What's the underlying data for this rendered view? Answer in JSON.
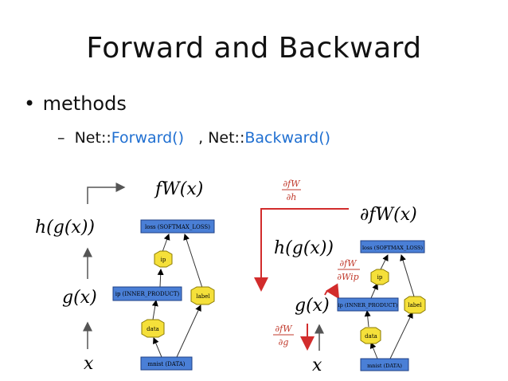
{
  "title": "Forward and Backward",
  "bullet": "methods",
  "sub": {
    "dash": "–",
    "net1": "Net::",
    "forward": "Forward()",
    "sep": "   , ",
    "net2": "Net::",
    "backward": "Backward()"
  },
  "left": {
    "f_label": "fW(x)",
    "h_label": "h(g(x))",
    "g_label": "g(x)",
    "x_label": "x",
    "nodes": {
      "loss": "loss (SOFTMAX_LOSS)",
      "ip_blob": "ip",
      "ip_layer": "ip (INNER_PRODUCT)",
      "label": "label",
      "data": "data",
      "mnist": "mnist (DATA)"
    }
  },
  "right": {
    "f_label": "∂fW(x)",
    "h_label": "h(g(x))",
    "g_label": "g(x)",
    "x_label": "x",
    "grad_h": {
      "num": "∂fW",
      "den": "∂h"
    },
    "grad_w": {
      "num": "∂fW",
      "den": "∂Wip"
    },
    "grad_g": {
      "num": "∂fW",
      "den": "∂g"
    },
    "nodes": {
      "loss": "loss (SOFTMAX_LOSS)",
      "ip_blob": "ip",
      "ip_layer": "ip (INNER_PRODUCT)",
      "label": "label",
      "data": "data",
      "mnist": "mnist (DATA)"
    }
  },
  "colors": {
    "layer_fill": "#4a7fd6",
    "blob_fill": "#f5e03a",
    "grad_red": "#d22c2c",
    "accent_blue": "#1f6fd1"
  }
}
